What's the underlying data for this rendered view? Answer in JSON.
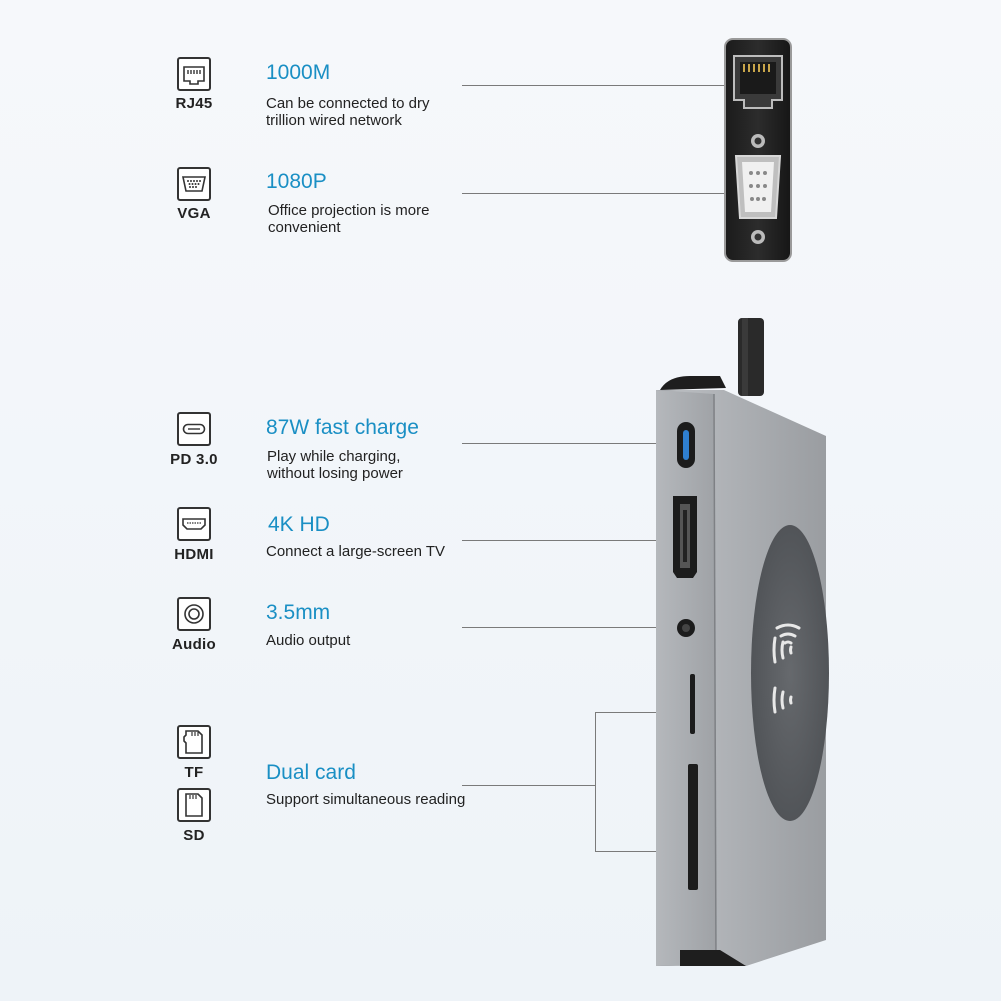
{
  "features": {
    "rj45": {
      "label": "RJ45",
      "title": "1000M",
      "desc": "Can be connected to dry\ntrillion wired network"
    },
    "vga": {
      "label": "VGA",
      "title": "1080P",
      "desc": "Office projection is more\nconvenient"
    },
    "pd": {
      "label": "PD 3.0",
      "title": "87W fast charge",
      "desc": "Play while charging,\nwithout losing power"
    },
    "hdmi": {
      "label": "HDMI",
      "title": "4K HD",
      "desc": "Connect a large-screen TV"
    },
    "audio": {
      "label": "Audio",
      "title": "3.5mm",
      "desc": "Audio output"
    },
    "tf": {
      "label": "TF"
    },
    "sd": {
      "label": "SD"
    },
    "card": {
      "title": "Dual card",
      "desc": "Support simultaneous reading"
    }
  },
  "colors": {
    "accent": "#1a8fc4",
    "hub_body": "#a9acb0",
    "charging_pad": "#5a5d61"
  },
  "icons": [
    "ethernet-icon",
    "vga-port-icon",
    "usb-c-icon",
    "hdmi-icon",
    "audio-jack-icon",
    "tf-card-icon",
    "sd-card-icon",
    "wireless-charging-icon"
  ]
}
